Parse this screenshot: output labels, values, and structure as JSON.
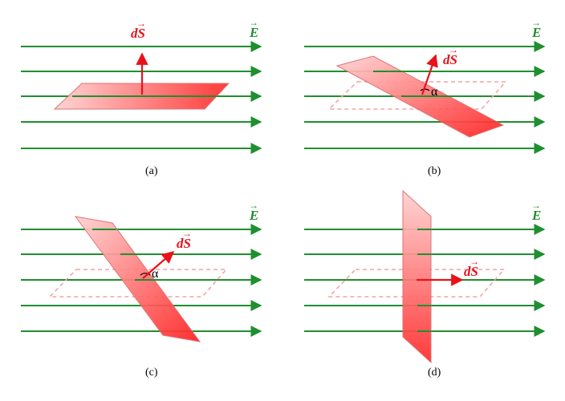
{
  "panels": [
    {
      "caption": "(a)",
      "field_label": "E",
      "area_label": "dS"
    },
    {
      "caption": "(b)",
      "field_label": "E",
      "area_label": "dS",
      "angle_label": "α"
    },
    {
      "caption": "(c)",
      "field_label": "E",
      "area_label": "dS",
      "angle_label": "α"
    },
    {
      "caption": "(d)",
      "field_label": "E",
      "area_label": "dS"
    }
  ],
  "colors": {
    "field_lines": "#1f8f2f",
    "area_vector": "#e8121b",
    "plane_fill": "#ff4a4a",
    "dashed_outline": "#f4a3a3"
  }
}
